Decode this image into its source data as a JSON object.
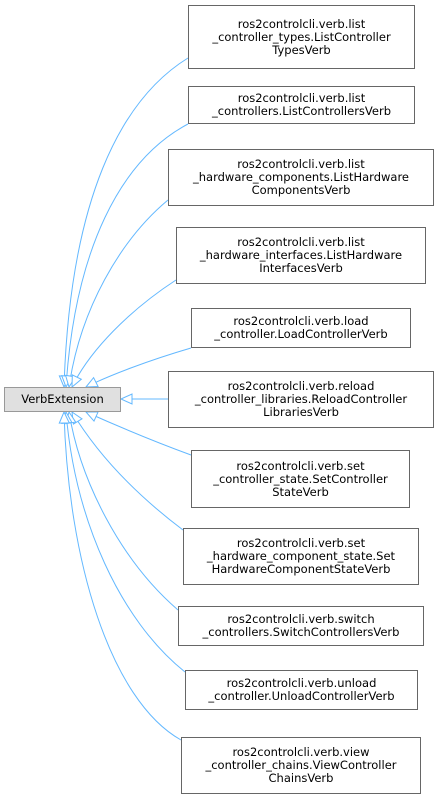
{
  "base": {
    "label": "VerbExtension"
  },
  "edge_color": "#63b8ff",
  "derived": [
    {
      "lines": [
        "ros2controlcli.verb.list",
        "_controller_types.ListController",
        "TypesVerb"
      ]
    },
    {
      "lines": [
        "ros2controlcli.verb.list",
        "_controllers.ListControllersVerb"
      ]
    },
    {
      "lines": [
        "ros2controlcli.verb.list",
        "_hardware_components.ListHardware",
        "ComponentsVerb"
      ]
    },
    {
      "lines": [
        "ros2controlcli.verb.list",
        "_hardware_interfaces.ListHardware",
        "InterfacesVerb"
      ]
    },
    {
      "lines": [
        "ros2controlcli.verb.load",
        "_controller.LoadControllerVerb"
      ]
    },
    {
      "lines": [
        "ros2controlcli.verb.reload",
        "_controller_libraries.ReloadController",
        "LibrariesVerb"
      ]
    },
    {
      "lines": [
        "ros2controlcli.verb.set",
        "_controller_state.SetController",
        "StateVerb"
      ]
    },
    {
      "lines": [
        "ros2controlcli.verb.set",
        "_hardware_component_state.Set",
        "HardwareComponentStateVerb"
      ]
    },
    {
      "lines": [
        "ros2controlcli.verb.switch",
        "_controllers.SwitchControllersVerb"
      ]
    },
    {
      "lines": [
        "ros2controlcli.verb.unload",
        "_controller.UnloadControllerVerb"
      ]
    },
    {
      "lines": [
        "ros2controlcli.verb.view",
        "_controller_chains.ViewController",
        "ChainsVerb"
      ]
    }
  ]
}
